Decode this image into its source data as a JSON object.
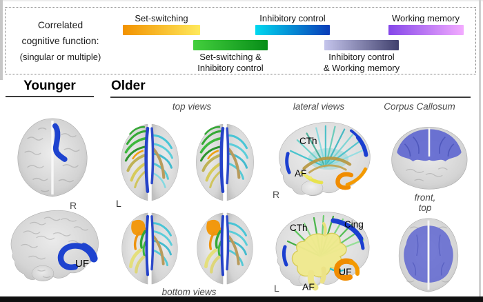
{
  "legend": {
    "title_line1": "Correlated",
    "title_line2": "cognitive function:",
    "title_line3": "(singular or multiple)",
    "bars": [
      {
        "label": "Set-switching",
        "style": "background:linear-gradient(90deg,#f29200,#ffe95c)"
      },
      {
        "label": "Inhibitory control",
        "style": "background:linear-gradient(90deg,#00d8ef,#0a3cb8)"
      },
      {
        "label": "Working memory",
        "style": "background:linear-gradient(90deg,#8547e9,#f3abff)"
      },
      {
        "label_line1": "Set-switching &",
        "label_line2": "Inhibitory control",
        "style": "background:linear-gradient(90deg,#43cf3d,#078d18)"
      },
      {
        "label_line1": "Inhibitory control",
        "label_line2": "& Working memory",
        "style": "background:linear-gradient(90deg,#c5c5ec,#40406d)"
      }
    ]
  },
  "headers": {
    "younger": "Younger",
    "older": "Older"
  },
  "view_labels": {
    "top_views": "top views",
    "lateral_views": "lateral views",
    "corpus_callosum": "Corpus Callosum",
    "bottom_views": "bottom views",
    "front_top_line1": "front,",
    "front_top_line2": "top"
  },
  "annotations": {
    "younger_top_side": "R",
    "younger_lateral_tract": "UF",
    "older_top_side": "L",
    "older_lateral_top": {
      "cth": "CTh",
      "af": "AF",
      "side": "R"
    },
    "older_lateral_bottom": {
      "cth": "CTh",
      "cing": "Cing",
      "uf": "UF",
      "af": "AF",
      "side": "L"
    }
  },
  "tract_colors": {
    "inhibitory_blue": "#1b3fd0",
    "cyan_teal": "#2fbfc9",
    "green": "#2aa42a",
    "yellow_af": "#f0ea8e",
    "orange_uf": "#f08c00",
    "olive_tan": "#b8973f",
    "corpus_callosum_purple": "#5a62cf",
    "brain_gray": "#d2d2d2"
  }
}
